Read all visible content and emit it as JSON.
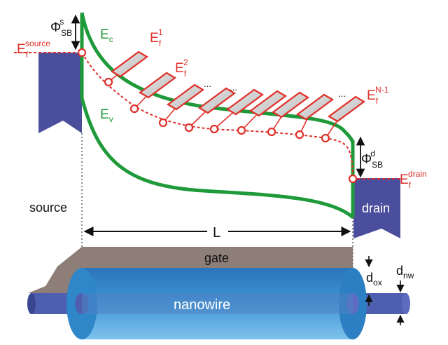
{
  "labels": {
    "phi_sb_source": {
      "base": "Φ",
      "sub": "SB",
      "sup": "s"
    },
    "ef_source": {
      "base": "E",
      "sub": "f",
      "sup": "source"
    },
    "ec": {
      "base": "E",
      "sub": "c"
    },
    "ev": {
      "base": "E",
      "sub": "v"
    },
    "ef_1": {
      "base": "E",
      "sub": "f",
      "sup": "1"
    },
    "ef_2": {
      "base": "E",
      "sub": "f",
      "sup": "2"
    },
    "ellipsis": "...",
    "ef_n1": {
      "base": "E",
      "sub": "f",
      "sup": "N-1"
    },
    "phi_sb_drain": {
      "base": "Φ",
      "sub": "SB",
      "sup": "d"
    },
    "ef_drain": {
      "base": "E",
      "sub": "f",
      "sup": "drain"
    },
    "source": "source",
    "drain": "drain",
    "length": "L",
    "gate": "gate",
    "nanowire": "nanowire",
    "d_ox": {
      "base": "d",
      "sub": "ox"
    },
    "d_nw": {
      "base": "d",
      "sub": "nw"
    }
  },
  "colors": {
    "band_green": "#1f9a3a",
    "fermi_red": "#e0302a",
    "electrode_blue": "#4b4e9c",
    "gate_brown": "#8d7f78",
    "oxide_blue": "#2f86c9",
    "nanowire_blue": "#4f5fb0",
    "text_black": "#111111",
    "drain_text": "#ffffff"
  }
}
